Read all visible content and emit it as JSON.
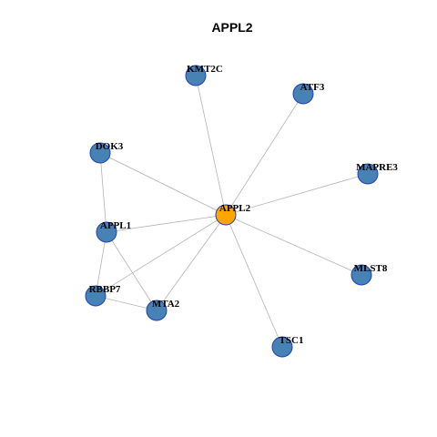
{
  "title": "APPL2",
  "colors": {
    "hub_fill": "#ffa500",
    "node_fill": "#4682b4",
    "node_stroke": "#1f3fbf",
    "edge": "#b3b3b3"
  },
  "nodes": [
    {
      "id": "APPL2",
      "label": "APPL2",
      "role": "hub"
    },
    {
      "id": "KMT2C",
      "label": "KMT2C",
      "role": "neighbor"
    },
    {
      "id": "ATF3",
      "label": "ATF3",
      "role": "neighbor"
    },
    {
      "id": "DOK3",
      "label": "DOK3",
      "role": "neighbor"
    },
    {
      "id": "MAPRE3",
      "label": "MAPRE3",
      "role": "neighbor"
    },
    {
      "id": "APPL1",
      "label": "APPL1",
      "role": "neighbor"
    },
    {
      "id": "RBBP7",
      "label": "RBBP7",
      "role": "neighbor"
    },
    {
      "id": "MTA2",
      "label": "MTA2",
      "role": "neighbor"
    },
    {
      "id": "MLST8",
      "label": "MLST8",
      "role": "neighbor"
    },
    {
      "id": "TSC1",
      "label": "TSC1",
      "role": "neighbor"
    }
  ],
  "edges": [
    [
      "APPL2",
      "KMT2C"
    ],
    [
      "APPL2",
      "ATF3"
    ],
    [
      "APPL2",
      "DOK3"
    ],
    [
      "APPL2",
      "MAPRE3"
    ],
    [
      "APPL2",
      "APPL1"
    ],
    [
      "APPL2",
      "RBBP7"
    ],
    [
      "APPL2",
      "MTA2"
    ],
    [
      "APPL2",
      "MLST8"
    ],
    [
      "APPL2",
      "TSC1"
    ],
    [
      "DOK3",
      "APPL1"
    ],
    [
      "APPL1",
      "RBBP7"
    ],
    [
      "APPL1",
      "MTA2"
    ],
    [
      "RBBP7",
      "MTA2"
    ]
  ]
}
